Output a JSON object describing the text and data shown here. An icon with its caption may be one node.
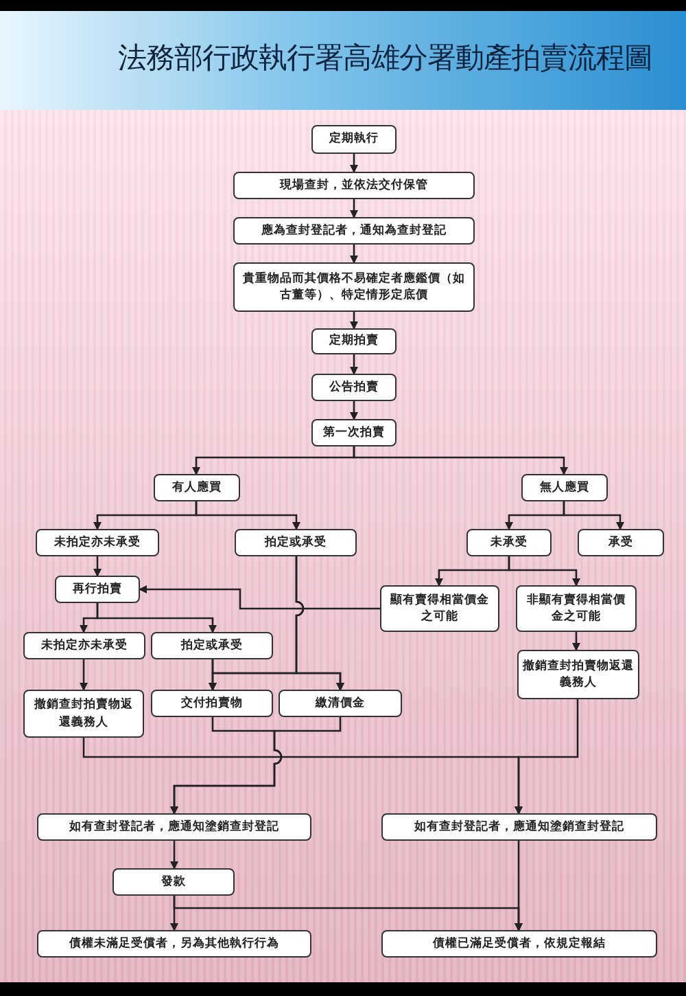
{
  "diagram": {
    "title": "法務部行政執行署高雄分署動產拍賣流程圖",
    "nodes": [
      {
        "text": [
          "定期執行"
        ]
      },
      {
        "text": [
          "現場查封，並依法交付保管"
        ]
      },
      {
        "text": [
          "應為查封登記者，通知為查封登記"
        ]
      },
      {
        "text": [
          "貴重物品而其價格不易確定者應鑑價（如古董等）、特定情形定底價"
        ]
      },
      {
        "text": [
          "定期拍賣"
        ]
      },
      {
        "text": [
          "公告拍賣"
        ]
      },
      {
        "text": [
          "第一次拍賣"
        ]
      },
      {
        "text": [
          "有人應買"
        ]
      },
      {
        "text": [
          "無人應買"
        ]
      },
      {
        "text": [
          "未拍定亦未承受"
        ]
      },
      {
        "text": [
          "拍定或承受"
        ]
      },
      {
        "text": [
          "未承受"
        ]
      },
      {
        "text": [
          "承受"
        ]
      },
      {
        "text": [
          "再行拍賣"
        ]
      },
      {
        "text": [
          "顯有賣得相當價金之可能"
        ]
      },
      {
        "text": [
          "非顯有賣得相當價金之可能"
        ]
      },
      {
        "text": [
          "未拍定亦未承受"
        ]
      },
      {
        "text": [
          "拍定或承受"
        ]
      },
      {
        "text": [
          "撤銷查封拍賣物返還義務人"
        ]
      },
      {
        "text": [
          "撤銷查封拍賣物返還義務人"
        ]
      },
      {
        "text": [
          "交付拍賣物"
        ]
      },
      {
        "text": [
          "繳清價金"
        ]
      },
      {
        "text": [
          "如有查封登記者，應通知塗銷查封登記"
        ]
      },
      {
        "text": [
          "如有查封登記者，應通知塗銷查封登記"
        ]
      },
      {
        "text": [
          "發款"
        ]
      },
      {
        "text": [
          "債權未滿足受償者，另為其他執行行為"
        ]
      },
      {
        "text": [
          "債權已滿足受償者，依規定報結"
        ]
      }
    ],
    "edges": [
      {
        "from": 0,
        "to": 1,
        "arrow": "to"
      },
      {
        "from": 1,
        "to": 2,
        "arrow": "to"
      },
      {
        "from": 2,
        "to": 3,
        "arrow": "to"
      },
      {
        "from": 3,
        "to": 4,
        "arrow": "to"
      },
      {
        "from": 4,
        "to": 5,
        "arrow": "to"
      },
      {
        "from": 5,
        "to": 6,
        "arrow": "to"
      },
      {
        "from": 6,
        "to": 7,
        "arrow": "to"
      },
      {
        "from": 6,
        "to": 8,
        "arrow": "to"
      },
      {
        "from": 7,
        "to": 9,
        "arrow": "to"
      },
      {
        "from": 7,
        "to": 10,
        "arrow": "to"
      },
      {
        "from": 8,
        "to": 11,
        "arrow": "to"
      },
      {
        "from": 8,
        "to": 12,
        "arrow": "to"
      },
      {
        "from": 9,
        "to": 13,
        "arrow": "to"
      },
      {
        "from": 10,
        "to": 20,
        "arrow": "to"
      },
      {
        "from": 10,
        "to": 21,
        "arrow": "to"
      },
      {
        "from": 11,
        "to": 14,
        "arrow": "to"
      },
      {
        "from": 11,
        "to": 15,
        "arrow": "to"
      },
      {
        "from": 14,
        "to": 13,
        "arrow": "to"
      },
      {
        "from": 13,
        "to": 16,
        "arrow": "to"
      },
      {
        "from": 13,
        "to": 17,
        "arrow": "to"
      },
      {
        "from": 16,
        "to": 19,
        "arrow": "to"
      },
      {
        "from": 17,
        "to": 20,
        "arrow": "to"
      },
      {
        "from": 17,
        "to": 21,
        "arrow": "to"
      },
      {
        "from": 15,
        "to": 18,
        "arrow": "to"
      },
      {
        "from": 20,
        "to": 22,
        "arrow": "to"
      },
      {
        "from": 21,
        "to": 22,
        "arrow": "to"
      },
      {
        "from": 19,
        "to": 23,
        "arrow": "to"
      },
      {
        "from": 18,
        "to": 23,
        "arrow": "to"
      },
      {
        "from": 22,
        "to": 24,
        "arrow": "to"
      },
      {
        "from": 23,
        "to": 26,
        "arrow": "to"
      },
      {
        "from": 24,
        "to": 25,
        "arrow": "to"
      },
      {
        "from": 24,
        "to": 26,
        "arrow": "to"
      }
    ]
  }
}
